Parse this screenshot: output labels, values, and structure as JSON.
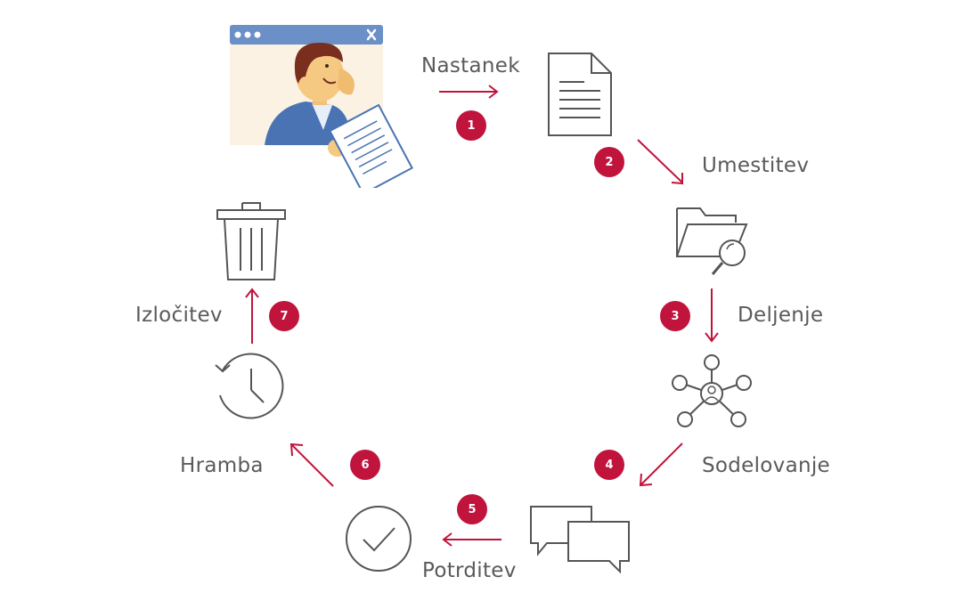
{
  "steps": [
    {
      "number": "1",
      "label": "Nastanek",
      "icon": "document-icon"
    },
    {
      "number": "2",
      "label": "Umestitev",
      "icon": "folder-search-icon"
    },
    {
      "number": "3",
      "label": "Deljenje",
      "icon": "network-icon"
    },
    {
      "number": "4",
      "label": "Sodelovanje",
      "icon": "chat-bubbles-icon"
    },
    {
      "number": "5",
      "label": "Potrditev",
      "icon": "check-circle-icon"
    },
    {
      "number": "6",
      "label": "Hramba",
      "icon": "history-clock-icon"
    },
    {
      "number": "7",
      "label": "Izločitev",
      "icon": "trash-icon"
    }
  ],
  "colors": {
    "accent": "#c0143c",
    "icon_stroke": "#555555",
    "label_text": "#5a5a5a",
    "window_bar": "#6b8fc7",
    "person_coat": "#4a73b3"
  }
}
